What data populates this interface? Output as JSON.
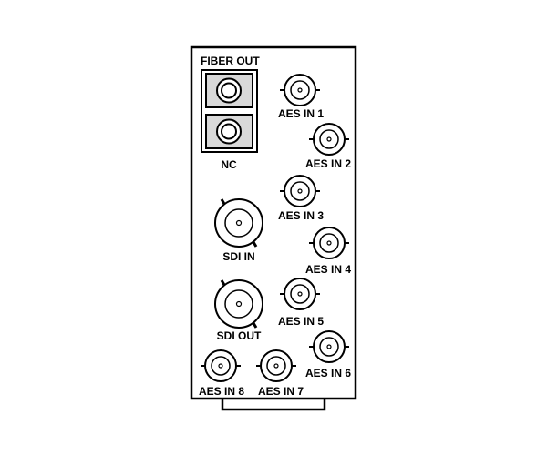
{
  "panel": {
    "fiber_out_label": "FIBER OUT",
    "nc_label": "NC",
    "sdi_in_label": "SDI IN",
    "sdi_out_label": "SDI OUT",
    "aes_inputs": [
      "AES IN 1",
      "AES IN 2",
      "AES IN 3",
      "AES IN 4",
      "AES IN 5",
      "AES IN 6",
      "AES IN 7",
      "AES IN 8"
    ]
  },
  "colors": {
    "line": "#000000",
    "background": "#ffffff",
    "fiber_block": "#d9d9d9"
  }
}
